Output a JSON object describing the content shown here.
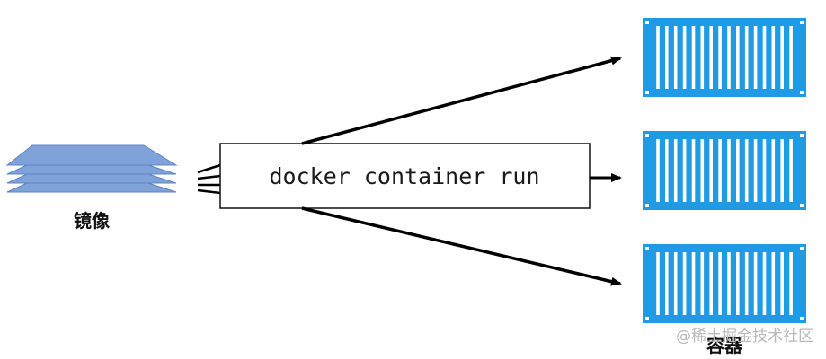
{
  "image_stack": {
    "label": "镜像",
    "layers": 4,
    "color": "#7fa3d8"
  },
  "command_box": {
    "text": "docker container run"
  },
  "containers": {
    "label": "容器",
    "count": 3,
    "color": "#1f9be6"
  },
  "watermark": {
    "text": "@稀土掘金技术社区"
  },
  "colors": {
    "arrow": "#000000",
    "box_border": "#111111",
    "background": "#ffffff"
  }
}
